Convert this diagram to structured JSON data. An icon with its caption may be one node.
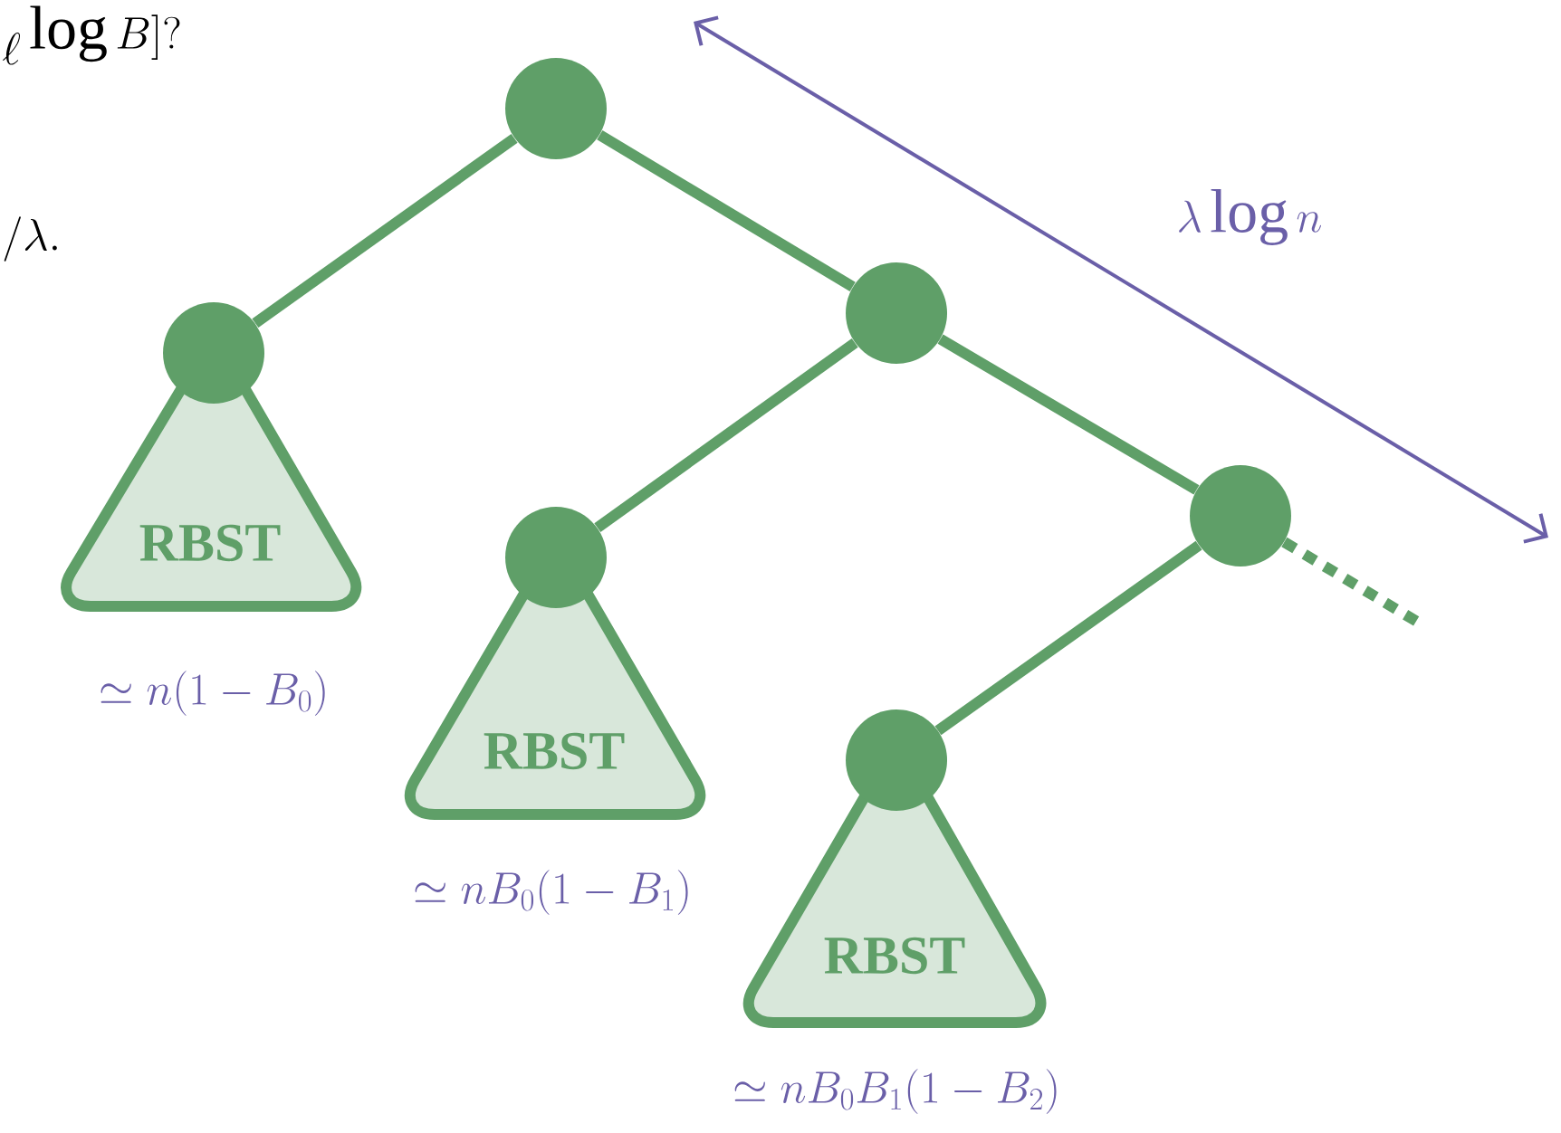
{
  "diagram": {
    "nodes": [
      {
        "text": [],
        "shape": "circle"
      },
      {
        "text": [],
        "shape": "circle"
      },
      {
        "text": [
          "RBST"
        ],
        "beside": [
          "\\simeq n(1-B_0)"
        ]
      },
      {
        "text": [],
        "shape": "circle"
      },
      {
        "text": [],
        "shape": "circle"
      },
      {
        "text": [
          "RBST"
        ],
        "beside": [
          "\\simeq nB_0(1-B_1)"
        ]
      },
      {
        "text": [],
        "shape": "circle"
      },
      {
        "text": [],
        "shape": "circle"
      },
      {
        "text": [
          "RBST"
        ],
        "beside": [
          "\\simeq nB_0B_1(1-B_2)"
        ]
      }
    ],
    "edges": [
      {
        "from": 0,
        "to": 1,
        "arrow": "none"
      },
      {
        "from": 0,
        "to": 3,
        "arrow": "none"
      },
      {
        "from": 3,
        "to": 4,
        "arrow": "none"
      },
      {
        "from": 3,
        "to": 6,
        "arrow": "none"
      },
      {
        "from": 6,
        "to": 7,
        "arrow": "none"
      },
      {
        "from": 6,
        "to": null,
        "arrow": "none",
        "style": "dashed"
      }
    ],
    "labels": [
      "{}_\\ell \\log B]?",
      "/\\lambda.",
      "\\lambda \\log n"
    ]
  }
}
